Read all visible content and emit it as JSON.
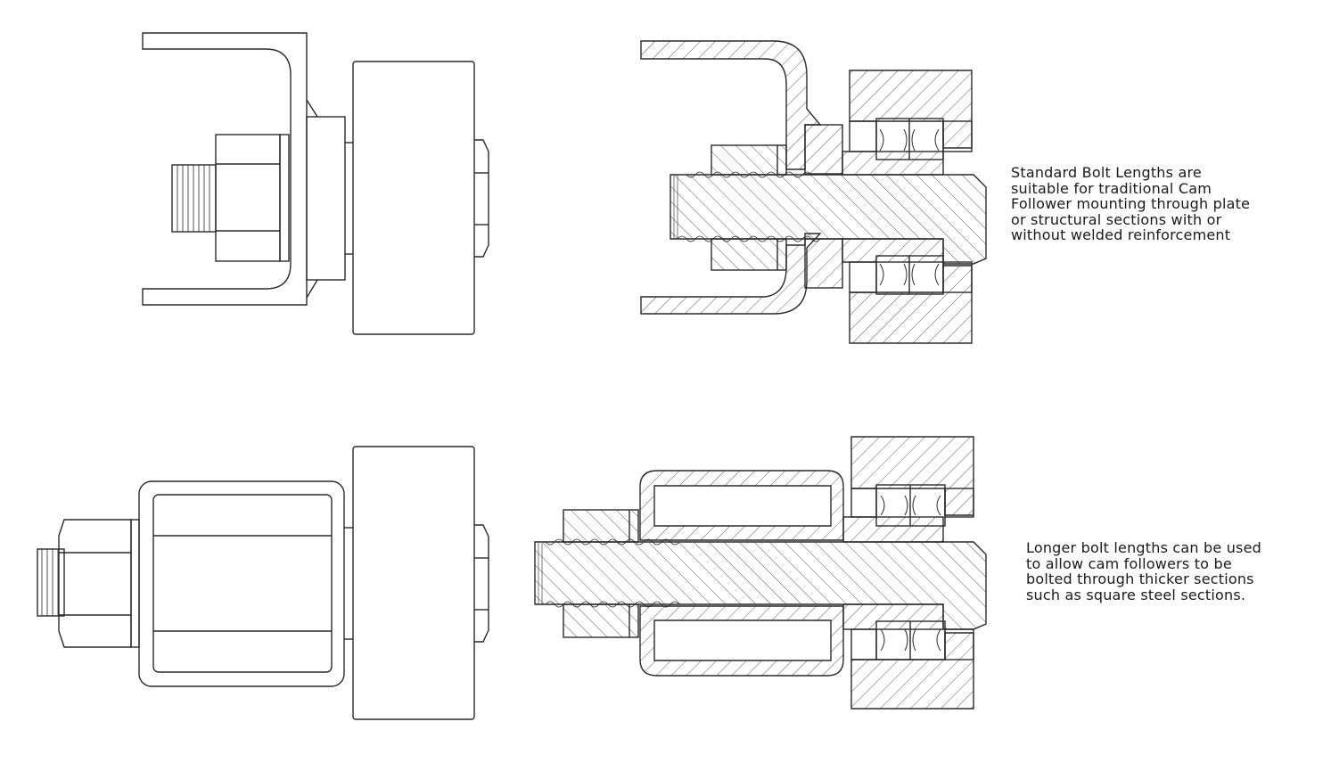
{
  "notes": {
    "standard_bolt": [
      "Standard Bolt Lengths are",
      "suitable for traditional Cam",
      "Follower mounting through plate",
      "or structural sections with or",
      "without welded reinforcement"
    ],
    "longer_bolt": [
      "Longer bolt lengths can be used",
      "to allow cam followers to be",
      "bolted through thicker sections",
      "such as square steel sections."
    ]
  },
  "colors": {
    "line": "#2a2a2a",
    "hatch": "#4a4a4a",
    "text": "#1a1a1a",
    "background": "#ffffff"
  }
}
